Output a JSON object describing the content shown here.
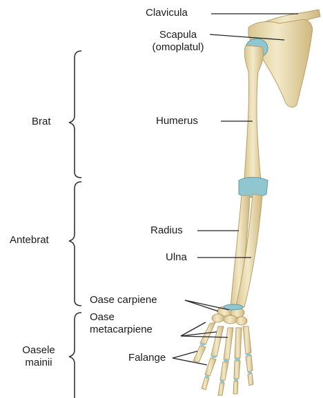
{
  "labels": {
    "clavicula": "Clavicula",
    "scapula_line1": "Scapula",
    "scapula_line2": "(omoplatul)",
    "humerus": "Humerus",
    "radius": "Radius",
    "ulna": "Ulna",
    "oase_carpiene": "Oase carpiene",
    "oase_meta_line1": "Oase",
    "oase_meta_line2": "metacarpiene",
    "falange": "Falange"
  },
  "regions": {
    "brat": "Brat",
    "antebrat": "Antebrat",
    "oasele_line1": "Oasele",
    "oasele_line2": "mainii"
  },
  "colors": {
    "bone": "#ecdfb6",
    "bone_stroke": "#b89e66",
    "cartilage": "#8fc6cf",
    "cartilage_stroke": "#5e9aa6",
    "leader": "#222222",
    "bracket": "#333333"
  }
}
